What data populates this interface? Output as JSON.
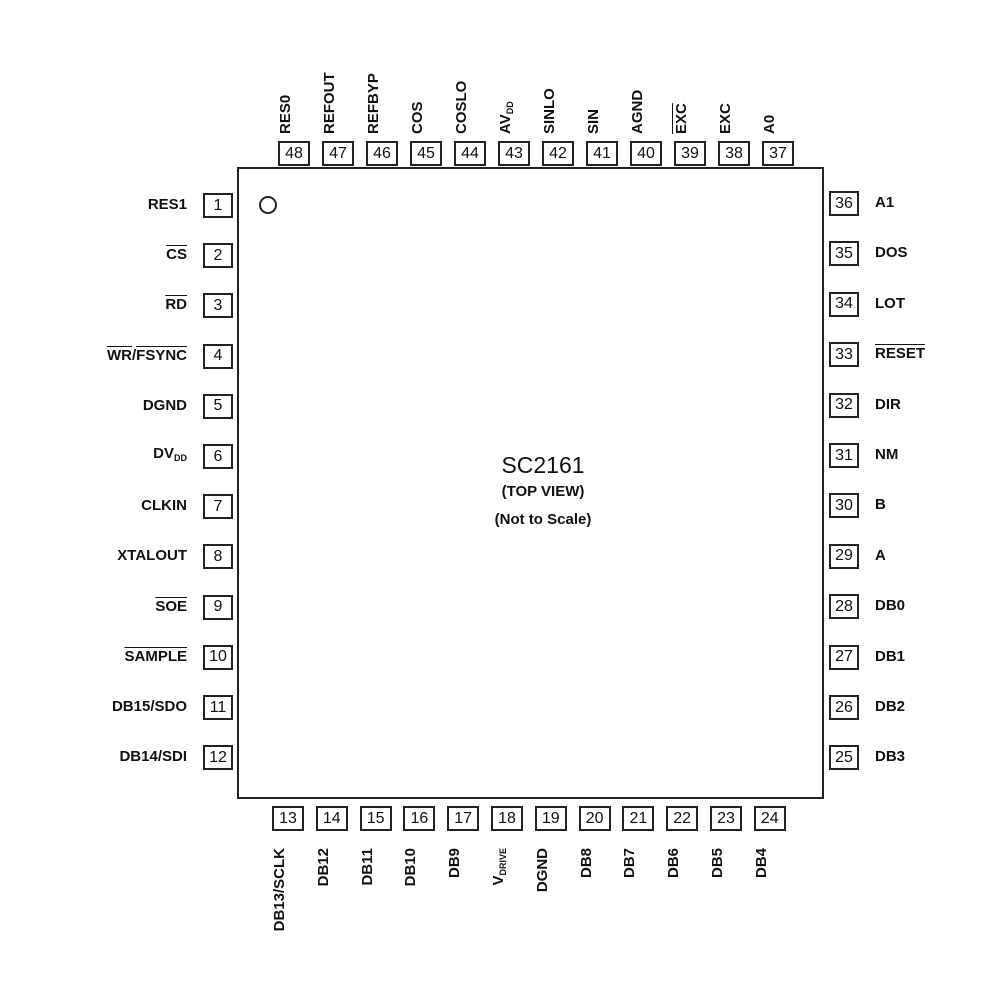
{
  "chip": {
    "name": "SC2161",
    "view": "(TOP VIEW)",
    "scale_note": "(Not to Scale)"
  },
  "pins": {
    "left": [
      {
        "num": "1",
        "parts": [
          {
            "t": "RES1"
          }
        ]
      },
      {
        "num": "2",
        "parts": [
          {
            "t": "CS",
            "over": true
          }
        ]
      },
      {
        "num": "3",
        "parts": [
          {
            "t": "RD",
            "over": true
          }
        ]
      },
      {
        "num": "4",
        "parts": [
          {
            "t": "WR",
            "over": true
          },
          {
            "t": "/"
          },
          {
            "t": "FSYNC",
            "over": true
          }
        ]
      },
      {
        "num": "5",
        "parts": [
          {
            "t": "DGND"
          }
        ]
      },
      {
        "num": "6",
        "parts": [
          {
            "t": "DV"
          },
          {
            "t": "DD",
            "sub": true
          }
        ]
      },
      {
        "num": "7",
        "parts": [
          {
            "t": "CLKIN"
          }
        ]
      },
      {
        "num": "8",
        "parts": [
          {
            "t": "XTALOUT"
          }
        ]
      },
      {
        "num": "9",
        "parts": [
          {
            "t": "SOE",
            "over": true
          }
        ]
      },
      {
        "num": "10",
        "parts": [
          {
            "t": "SAMPLE",
            "over": true
          }
        ]
      },
      {
        "num": "11",
        "parts": [
          {
            "t": "DB15/SDO"
          }
        ]
      },
      {
        "num": "12",
        "parts": [
          {
            "t": "DB14/SDI"
          }
        ]
      }
    ],
    "bottom": [
      {
        "num": "13",
        "parts": [
          {
            "t": "DB13/SCLK"
          }
        ]
      },
      {
        "num": "14",
        "parts": [
          {
            "t": "DB12"
          }
        ]
      },
      {
        "num": "15",
        "parts": [
          {
            "t": "DB11"
          }
        ]
      },
      {
        "num": "16",
        "parts": [
          {
            "t": "DB10"
          }
        ]
      },
      {
        "num": "17",
        "parts": [
          {
            "t": "DB9"
          }
        ]
      },
      {
        "num": "18",
        "parts": [
          {
            "t": "V"
          },
          {
            "t": "DRIVE",
            "sub": true
          }
        ]
      },
      {
        "num": "19",
        "parts": [
          {
            "t": "DGND"
          }
        ]
      },
      {
        "num": "20",
        "parts": [
          {
            "t": "DB8"
          }
        ]
      },
      {
        "num": "21",
        "parts": [
          {
            "t": "DB7"
          }
        ]
      },
      {
        "num": "22",
        "parts": [
          {
            "t": "DB6"
          }
        ]
      },
      {
        "num": "23",
        "parts": [
          {
            "t": "DB5"
          }
        ]
      },
      {
        "num": "24",
        "parts": [
          {
            "t": "DB4"
          }
        ]
      }
    ],
    "right": [
      {
        "num": "36",
        "parts": [
          {
            "t": "A1"
          }
        ]
      },
      {
        "num": "35",
        "parts": [
          {
            "t": "DOS"
          }
        ]
      },
      {
        "num": "34",
        "parts": [
          {
            "t": "LOT"
          }
        ]
      },
      {
        "num": "33",
        "parts": [
          {
            "t": "RESET",
            "over": true
          }
        ]
      },
      {
        "num": "32",
        "parts": [
          {
            "t": "DIR"
          }
        ]
      },
      {
        "num": "31",
        "parts": [
          {
            "t": "NM"
          }
        ]
      },
      {
        "num": "30",
        "parts": [
          {
            "t": "B"
          }
        ]
      },
      {
        "num": "29",
        "parts": [
          {
            "t": "A"
          }
        ]
      },
      {
        "num": "28",
        "parts": [
          {
            "t": "DB0"
          }
        ]
      },
      {
        "num": "27",
        "parts": [
          {
            "t": "DB1"
          }
        ]
      },
      {
        "num": "26",
        "parts": [
          {
            "t": "DB2"
          }
        ]
      },
      {
        "num": "25",
        "parts": [
          {
            "t": "DB3"
          }
        ]
      }
    ],
    "top": [
      {
        "num": "48",
        "parts": [
          {
            "t": "RES0"
          }
        ]
      },
      {
        "num": "47",
        "parts": [
          {
            "t": "REFOUT"
          }
        ]
      },
      {
        "num": "46",
        "parts": [
          {
            "t": "REFBYP"
          }
        ]
      },
      {
        "num": "45",
        "parts": [
          {
            "t": "COS"
          }
        ]
      },
      {
        "num": "44",
        "parts": [
          {
            "t": "COSLO"
          }
        ]
      },
      {
        "num": "43",
        "parts": [
          {
            "t": "AV"
          },
          {
            "t": "DD",
            "sub": true
          }
        ]
      },
      {
        "num": "42",
        "parts": [
          {
            "t": "SINLO"
          }
        ]
      },
      {
        "num": "41",
        "parts": [
          {
            "t": "SIN"
          }
        ]
      },
      {
        "num": "40",
        "parts": [
          {
            "t": "AGND"
          }
        ]
      },
      {
        "num": "39",
        "parts": [
          {
            "t": "EXC",
            "over": true
          }
        ]
      },
      {
        "num": "38",
        "parts": [
          {
            "t": "EXC"
          }
        ]
      },
      {
        "num": "37",
        "parts": [
          {
            "t": "A0"
          }
        ]
      }
    ]
  }
}
